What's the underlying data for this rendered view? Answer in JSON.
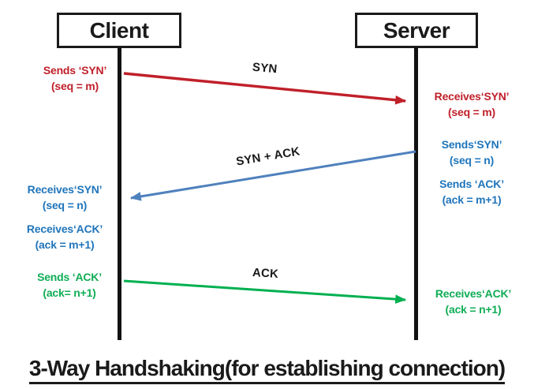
{
  "diagram": {
    "title": "3-Way Handshaking(for establishing connection)",
    "actors": [
      {
        "name": "Client"
      },
      {
        "name": "Server"
      }
    ],
    "messages": [
      {
        "label": "SYN",
        "from": "Client",
        "to": "Server",
        "color": "#c0202a"
      },
      {
        "label": "SYN + ACK",
        "from": "Server",
        "to": "Client",
        "color": "#4f81bd"
      },
      {
        "label": "ACK",
        "from": "Client",
        "to": "Server",
        "color": "#00b050"
      }
    ],
    "annotations": {
      "client": [
        {
          "line1": "Sends ‘SYN’",
          "line2": "(seq = m)"
        },
        {
          "line1": "Receives‘SYN’",
          "line2": "(seq = n)"
        },
        {
          "line1": "Receives‘ACK’",
          "line2": "(ack = m+1)"
        },
        {
          "line1": "Sends ‘ACK’",
          "line2": "(ack= n+1)"
        }
      ],
      "server": [
        {
          "line1": "Receives‘SYN’",
          "line2": "(seq = m)"
        },
        {
          "line1": "Sends‘SYN’",
          "line2": "(seq = n)"
        },
        {
          "line1": "Sends ‘ACK’",
          "line2": "(ack = m+1)"
        },
        {
          "line1": "Receives‘ACK’",
          "line2": "(ack = n+1)"
        }
      ]
    },
    "colors": {
      "syn_red": "#c0202a",
      "synack_blue_arrow": "#4f81bd",
      "blue_text": "#1f75bb",
      "ack_green": "#00b050",
      "green_text": "#0fad55",
      "black": "#1a1a1a"
    }
  }
}
